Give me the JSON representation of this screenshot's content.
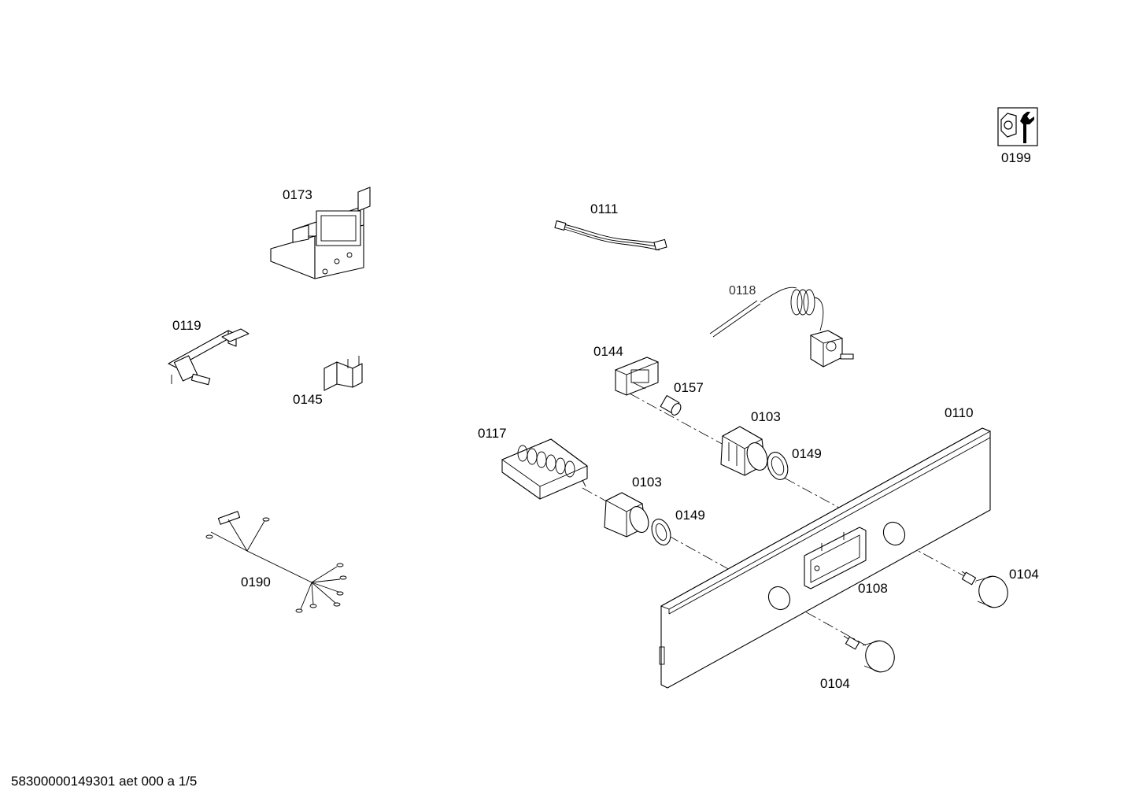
{
  "labels": {
    "p0199": "0199",
    "p0173": "0173",
    "p0111": "0111",
    "p0118": "0118",
    "p0119": "0119",
    "p0145": "0145",
    "p0144": "0144",
    "p0157": "0157",
    "p0103a": "0103",
    "p0149a": "0149",
    "p0110": "0110",
    "p0117": "0117",
    "p0103b": "0103",
    "p0149b": "0149",
    "p0190": "0190",
    "p0108": "0108",
    "p0104a": "0104",
    "p0104b": "0104"
  },
  "footer": "58300000149301 aet 000 a 1/5"
}
